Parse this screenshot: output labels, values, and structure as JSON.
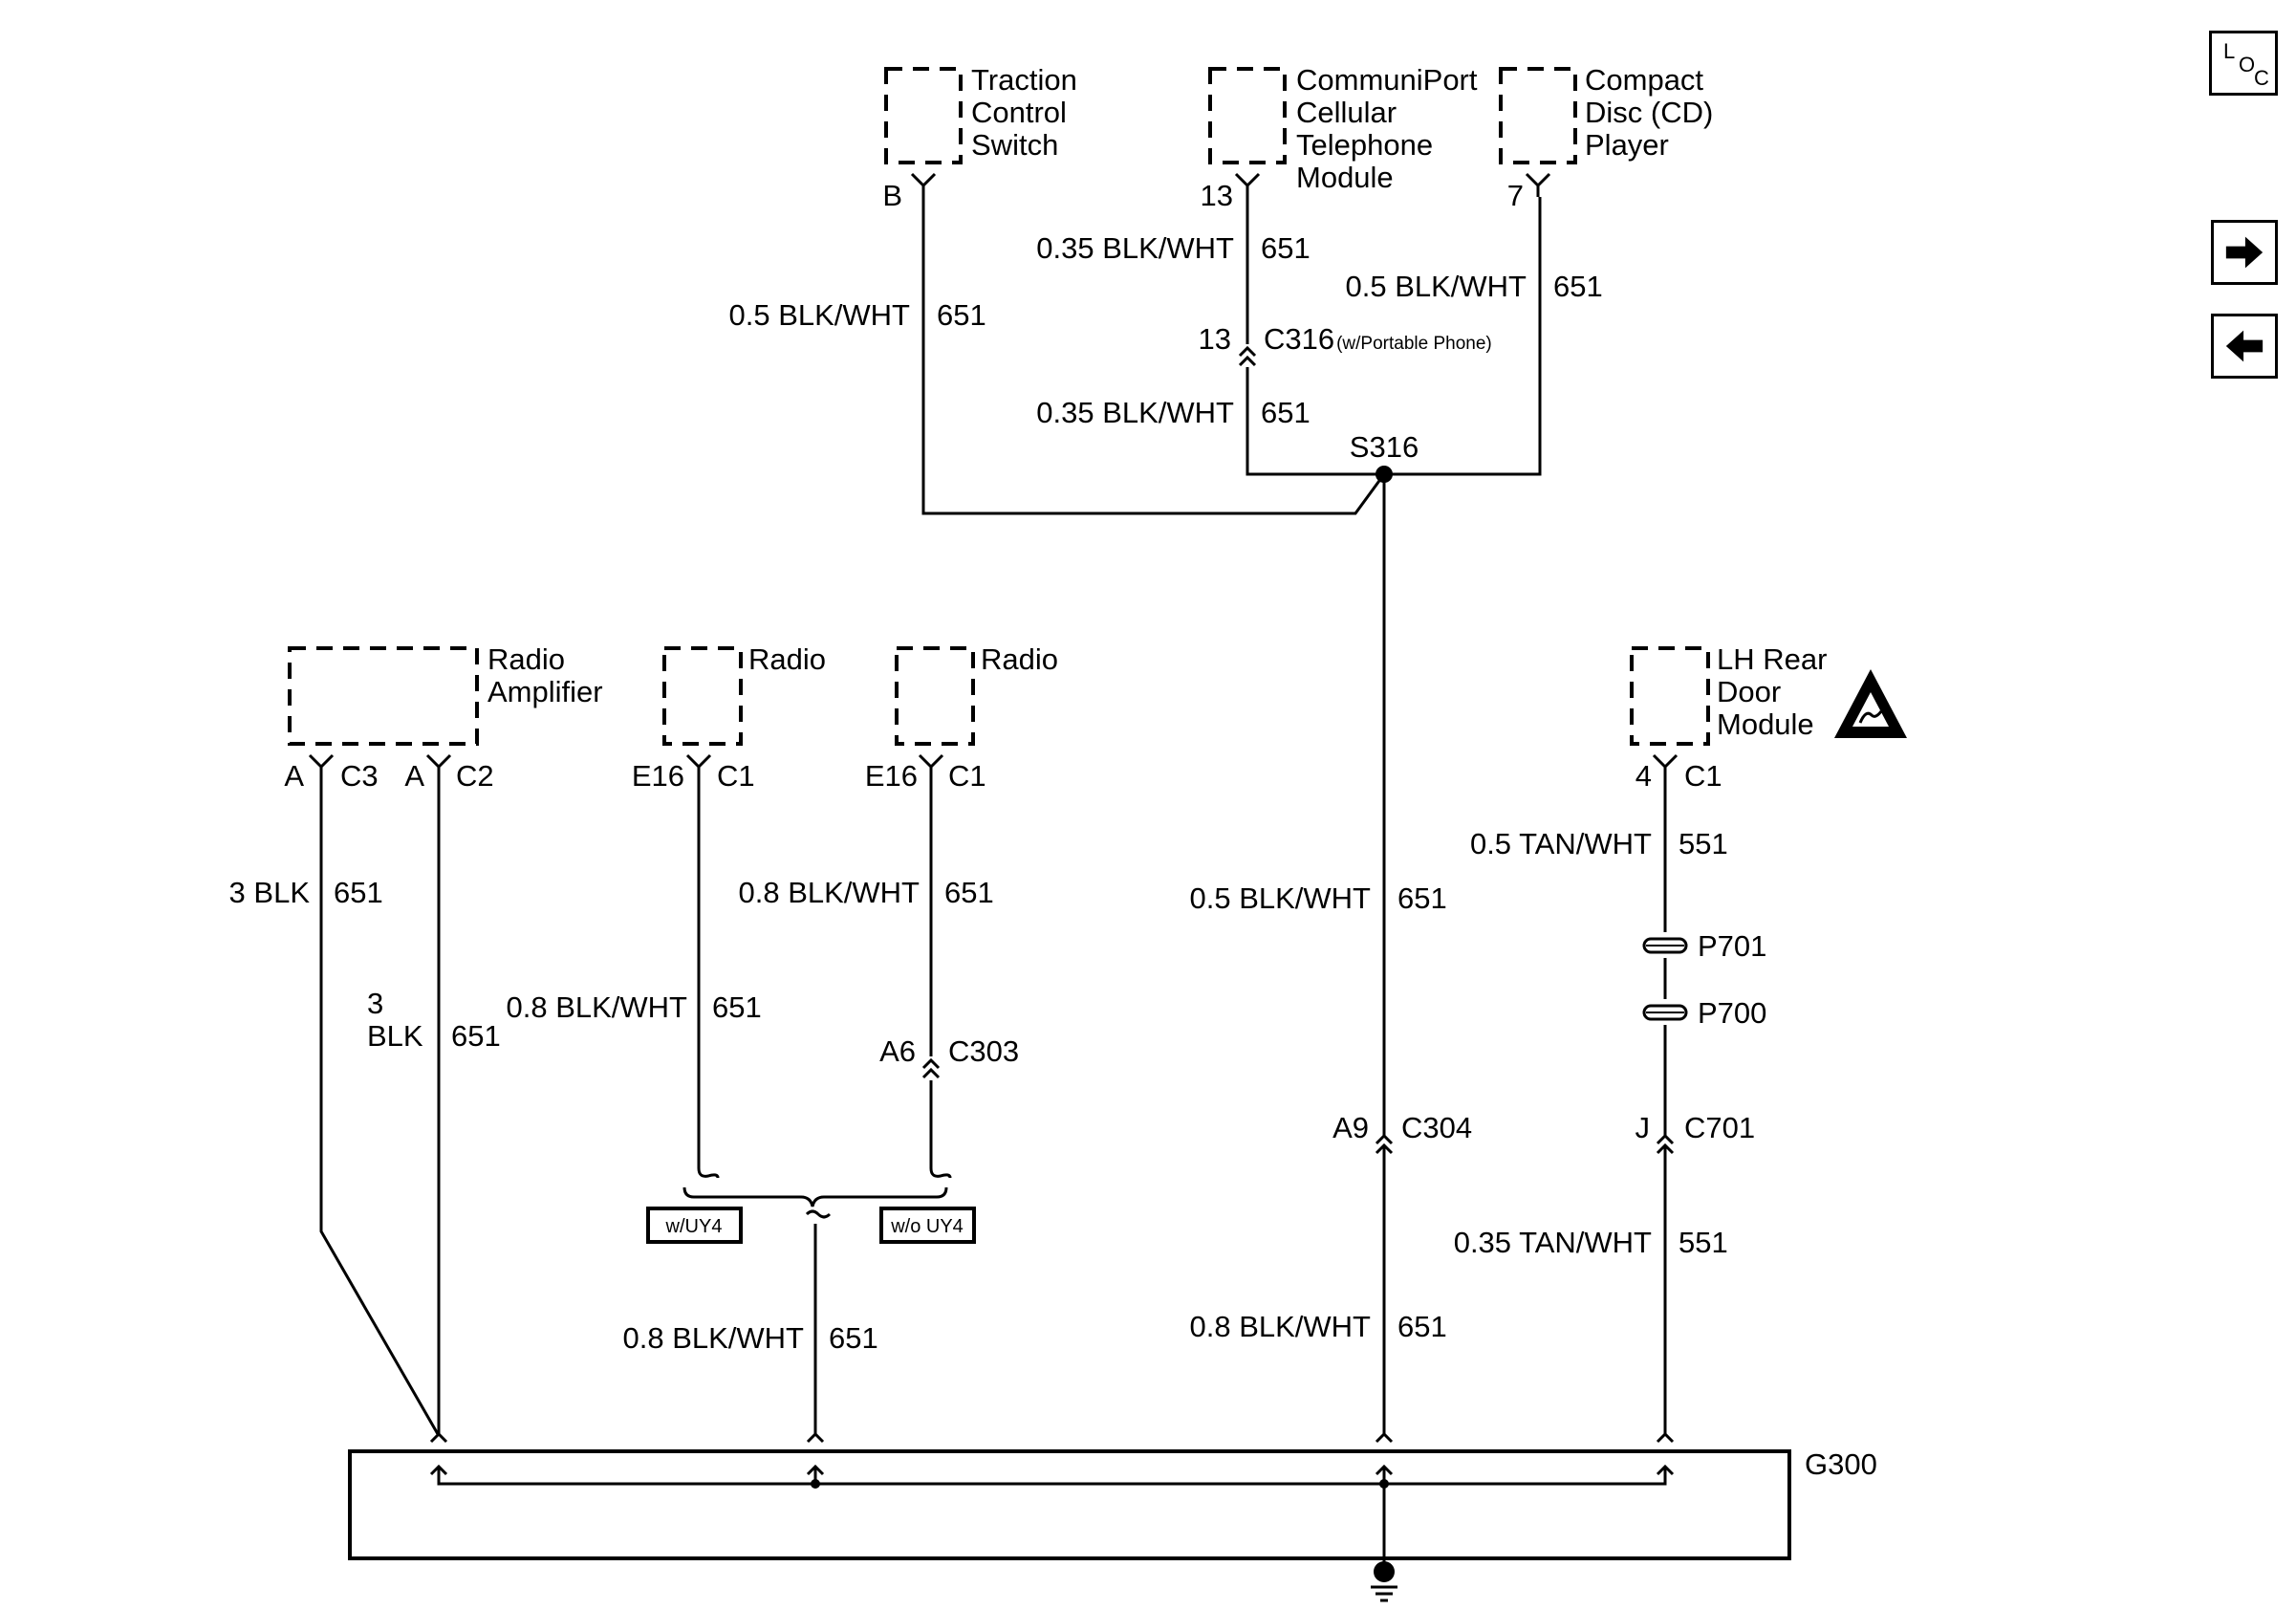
{
  "components": {
    "traction": [
      "Traction",
      "Control",
      "Switch"
    ],
    "communiport": [
      "CommuniPort",
      "Cellular",
      "Telephone",
      "Module"
    ],
    "cd": [
      "Compact",
      "Disc (CD)",
      "Player"
    ],
    "radio_amp": [
      "Radio",
      "Amplifier"
    ],
    "radio1": [
      "Radio"
    ],
    "radio2": [
      "Radio"
    ],
    "lh_door": [
      "LH Rear",
      "Door",
      "Module"
    ]
  },
  "pins": {
    "traction": "B",
    "communiport": "13",
    "cd": "7",
    "amp_a1": "A",
    "amp_c3": "C3",
    "amp_a2": "A",
    "amp_c2": "C2",
    "radio1_pin": "E16",
    "radio1_conn": "C1",
    "radio2_pin": "E16",
    "radio2_conn": "C1",
    "door_pin": "4",
    "door_conn": "C1"
  },
  "wires": {
    "traction": [
      "0.5 BLK/WHT",
      "651"
    ],
    "cell_top": [
      "0.35 BLK/WHT",
      "651"
    ],
    "cell_bottom": [
      "0.35 BLK/WHT",
      "651"
    ],
    "cd": [
      "0.5 BLK/WHT",
      "651"
    ],
    "amp_c3": [
      "3 BLK",
      "651"
    ],
    "amp_c2_size": "3",
    "amp_c2_color": "BLK",
    "amp_c2_circuit": "651",
    "radio1": [
      "0.8 BLK/WHT",
      "651"
    ],
    "radio2": [
      "0.8 BLK/WHT",
      "651"
    ],
    "radio_merged": [
      "0.8 BLK/WHT",
      "651"
    ],
    "s316_down": [
      "0.5 BLK/WHT",
      "651"
    ],
    "c304_down": [
      "0.8 BLK/WHT",
      "651"
    ],
    "door_top": [
      "0.5 TAN/WHT",
      "551"
    ],
    "door_bottom": [
      "0.35 TAN/WHT",
      "551"
    ]
  },
  "connectors": {
    "c316_pin": "13",
    "c316_name": "C316",
    "c316_note": "(w/Portable Phone)",
    "c303_pin": "A6",
    "c303_name": "C303",
    "c304_pin": "A9",
    "c304_name": "C304",
    "c701_pin": "J",
    "c701_name": "C701"
  },
  "splice": "S316",
  "p701": "P701",
  "p700": "P700",
  "options": {
    "with": "w/UY4",
    "without": "w/o UY4"
  },
  "ground": "G300",
  "nav": {
    "loc_letters": [
      "L",
      "O",
      "C"
    ]
  }
}
